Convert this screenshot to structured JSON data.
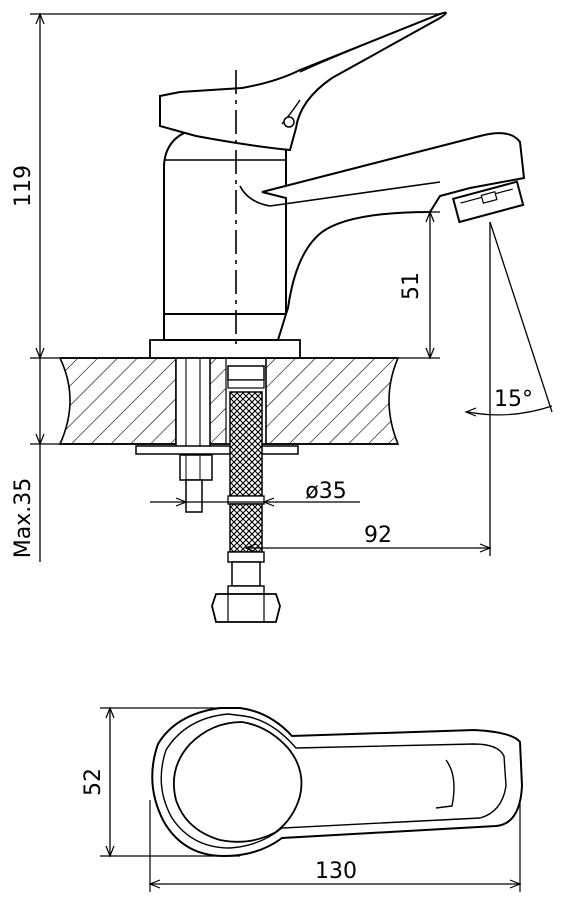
{
  "dimensions": {
    "height_total": "119",
    "spout_height": "51",
    "spout_angle": "15°",
    "max_thickness": "Max.35",
    "hole_diameter": "ø35",
    "spout_reach": "92",
    "top_width": "52",
    "top_length": "130"
  }
}
